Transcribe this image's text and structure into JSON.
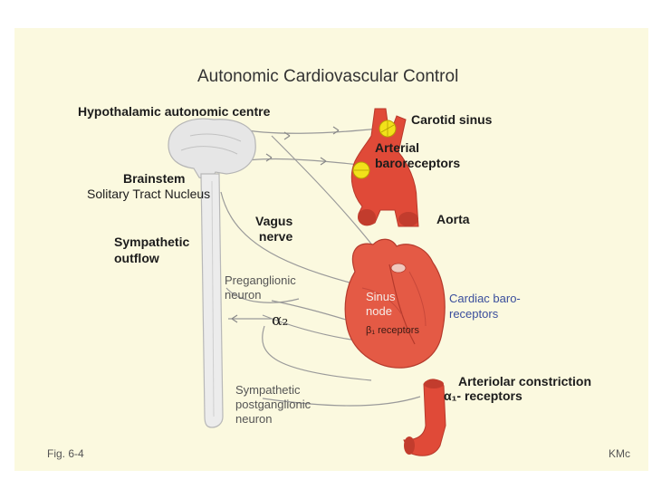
{
  "title": "Autonomic Cardiovascular Control",
  "labels": {
    "hypothalamic": "Hypothalamic autonomic centre",
    "carotid_sinus": "Carotid sinus",
    "arterial_baroreceptors": "Arterial\nbaroreceptors",
    "brainstem": "Brainstem",
    "solitary_tract": "Solitary Tract Nucleus",
    "vagus_nerve": "Vagus\nnerve",
    "aorta": "Aorta",
    "sympathetic_outflow": "Sympathetic\noutflow",
    "preganglionic": "Preganglionic\nneuron",
    "alpha2": "α₂",
    "sinus_node": "Sinus\nnode",
    "beta1_receptors": "β₁ receptors",
    "cardiac_baroreceptors": "Cardiac baro-\nreceptors",
    "arteriolar_constriction": "Arteriolar constriction",
    "alpha1_receptors": "α₁- receptors",
    "sympathetic_postganglionic": "Sympathetic\npostganglionic\nneuron",
    "fig_label": "Fig. 6-4",
    "credit": "KMc"
  },
  "colors": {
    "panel": "#fbf9df",
    "vessel": "#e04a38",
    "heart": "#e45a45",
    "baroreceptor": "#f2e11a",
    "nervous_system": "#e6e6e6",
    "pathway": "#9a9a9a"
  }
}
